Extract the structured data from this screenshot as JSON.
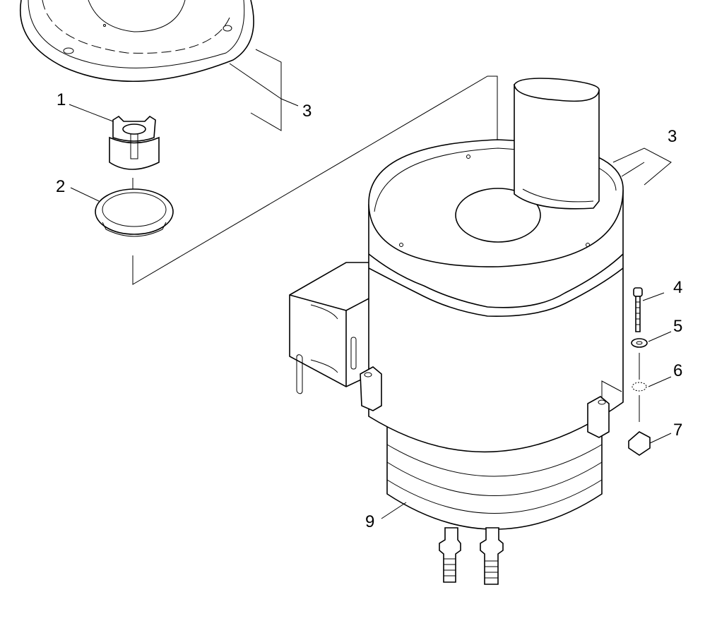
{
  "diagram": {
    "title": "Exploded parts view - motor assembly",
    "callouts": [
      {
        "id": "c1",
        "label": "1"
      },
      {
        "id": "c2",
        "label": "2"
      },
      {
        "id": "c3a",
        "label": "3"
      },
      {
        "id": "c3b",
        "label": "3"
      },
      {
        "id": "c4",
        "label": "4"
      },
      {
        "id": "c5",
        "label": "5"
      },
      {
        "id": "c6",
        "label": "6"
      },
      {
        "id": "c7",
        "label": "7"
      },
      {
        "id": "c9",
        "label": "9"
      }
    ]
  }
}
